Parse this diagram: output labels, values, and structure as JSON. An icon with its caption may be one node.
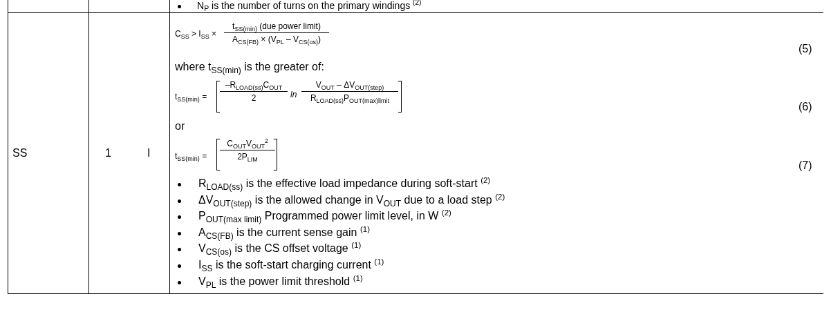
{
  "diagram": {
    "labels": [
      "N$_{P}$ is the number of turns on the primary windings $^{(2)}$",
      "SS",
      "1",
      "I",
      "C$_{SS}$ > I$_{SS}$ ×",
      "t$_{SS(min)}$ (due power limit)",
      "A$_{CS(FB)}$ × (V$_{PL}$ – V$_{CS(os)}$)",
      "(5)",
      "where t$_{SS(min)}$ is the greater of:",
      "t$_{SS(min)}$ =",
      "–R$_{LOAD(ss)}$C$_{OUT}$",
      "2",
      "ln",
      "V$_{OUT}$ – ΔV$_{OUT(step)}$",
      "R$_{LOAD(ss)}$P$_{OUT(max)limit}$",
      "(6)",
      "or",
      "t$_{SS(min)}$ =",
      "C$_{OUT}$V$_{OUT}$$^{2}$",
      "2P$_{LIM}$",
      "(7)",
      "R$_{LOAD(ss)}$ is the effective load impedance during soft-start $^{(2)}$",
      "ΔV$_{OUT(step)}$ is the allowed change in V$_{OUT}$ due to a load step $^{(2)}$",
      "P$_{OUT(max limit)}$ Programmed power limit level, in W $^{(2)}$",
      "A$_{CS(FB)}$ is the current sense gain $^{(1)}$",
      "V$_{CS(os)}$ is the CS offset voltage $^{(1)}$",
      "I$_{SS}$ is the soft-start charging current $^{(1)}$",
      "V$_{PL}$ is the power limit threshold $^{(1)}$"
    ]
  }
}
